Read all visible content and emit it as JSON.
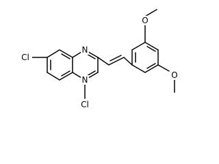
{
  "molecule": {
    "atoms": {
      "cl_left": "Cl",
      "cl_bottom": "Cl",
      "n1": "N",
      "n3": "N",
      "o_top": "O",
      "o_right": "O"
    }
  },
  "colors": {
    "bond": "#000000",
    "label": "#000000",
    "background": "#ffffff"
  }
}
